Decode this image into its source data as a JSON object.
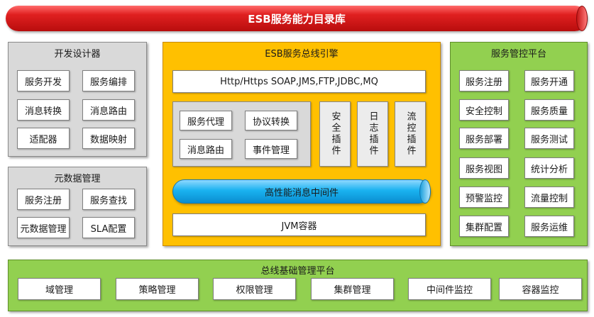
{
  "title": "ESB服务能力目录库",
  "dev_designer": {
    "title": "开发设计器",
    "items": [
      "服务开发",
      "服务编排",
      "消息转换",
      "消息路由",
      "适配器",
      "数据映射"
    ]
  },
  "metadata_mgmt": {
    "title": "元数据管理",
    "items": [
      "服务注册",
      "服务查找",
      "元数据管理",
      "SLA配置"
    ]
  },
  "esb_engine": {
    "title": "ESB服务总线引擎",
    "protocols": "Http/Https SOAP,JMS,FTP,JDBC,MQ",
    "inner_items": [
      "服务代理",
      "协议转换",
      "消息路由",
      "事件管理"
    ],
    "plugins": [
      "安全插件",
      "日志插件",
      "流控插件"
    ],
    "middleware": "高性能消息中间件",
    "jvm": "JVM容器"
  },
  "governance": {
    "title": "服务管控平台",
    "items": [
      "服务注册",
      "服务开通",
      "安全控制",
      "服务质量",
      "服务部署",
      "服务测试",
      "服务视图",
      "统计分析",
      "预警监控",
      "流量控制",
      "集群配置",
      "服务运维"
    ]
  },
  "base_platform": {
    "title": "总线基础管理平台",
    "items": [
      "域管理",
      "策略管理",
      "权限管理",
      "集群管理",
      "中间件监控",
      "容器监控"
    ]
  },
  "colors": {
    "top_bar": "#e02020",
    "grey_panel": "#d9d9d9",
    "engine_panel": "#ffc000",
    "green_panel": "#92d050",
    "middleware": "#1ab2f0"
  }
}
